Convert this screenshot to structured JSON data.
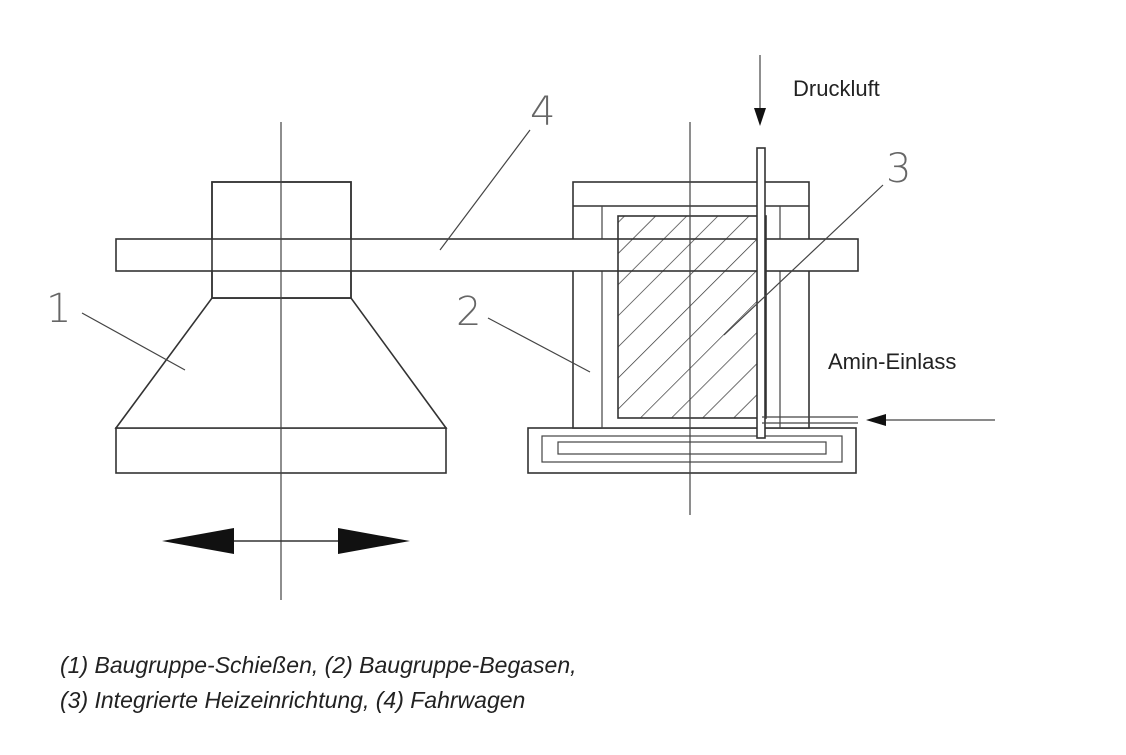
{
  "labels": {
    "num_1": "1",
    "num_2": "2",
    "num_3": "3",
    "num_4": "4",
    "druckluft": "Druckluft",
    "amin_einlass": "Amin-Einlass"
  },
  "caption": {
    "line1": "(1) Baugruppe-Schießen, (2) Baugruppe-Begasen,",
    "line2": "(3) Integrierte Heizeinrichtung, (4) Fahrwagen"
  }
}
